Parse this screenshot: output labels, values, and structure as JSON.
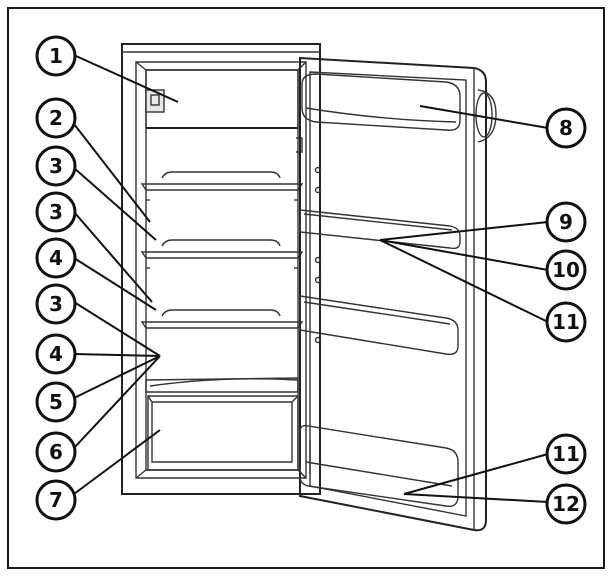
{
  "diagram": {
    "callouts_left": [
      "1",
      "2",
      "3",
      "3",
      "4",
      "3",
      "4",
      "5",
      "6",
      "7"
    ],
    "callouts_right": [
      "8",
      "9",
      "10",
      "11",
      "11",
      "12"
    ]
  }
}
